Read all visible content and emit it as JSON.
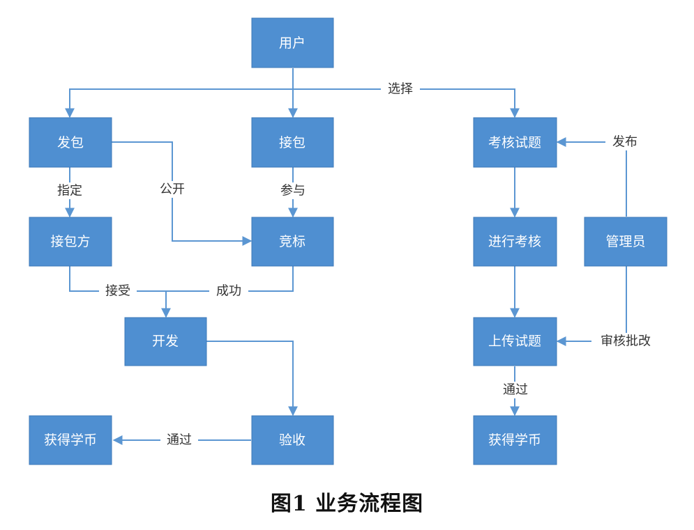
{
  "nodes": {
    "user": "用户",
    "fabao": "发包",
    "jiebao": "接包",
    "kaohe_shiti": "考核试题",
    "jiebaofang": "接包方",
    "jingbiao": "竞标",
    "jinxing_kaohe": "进行考核",
    "guanliyuan": "管理员",
    "kaifa": "开发",
    "shangchuan_shiti": "上传试题",
    "yanshou": "验收",
    "huode_xuebi_left": "获得学币",
    "huode_xuebi_right": "获得学币"
  },
  "edge_labels": {
    "xuanze": "选择",
    "zhiding": "指定",
    "gongkai": "公开",
    "canyu": "参与",
    "fabu": "发布",
    "jieshou": "接受",
    "chenggong": "成功",
    "shenhe_pigai": "审核批改",
    "tongguo_right": "通过",
    "tongguo_left": "通过"
  },
  "caption": "图1  业务流程图",
  "colors": {
    "node_fill": "#4f8fd1",
    "edge": "#5b96d2"
  }
}
